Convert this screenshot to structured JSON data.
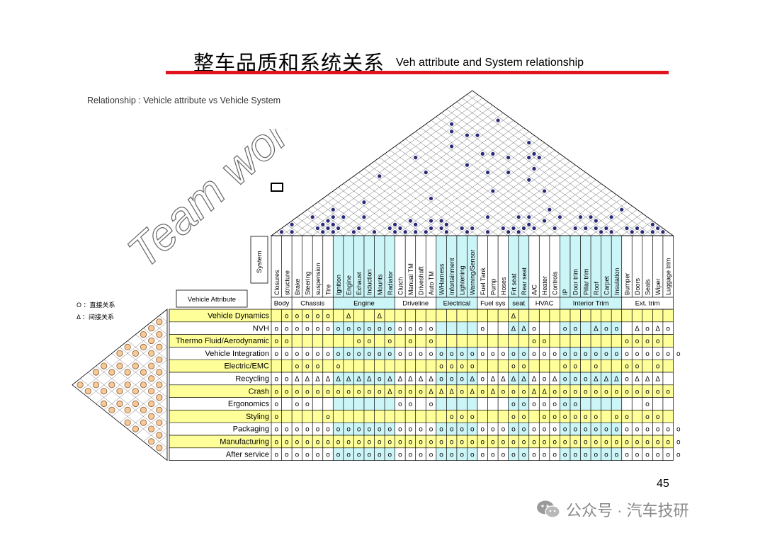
{
  "header": {
    "title_cn": "整车品质和系统关系",
    "title_en": "Veh attribute and System relationship",
    "subtitle": "Relationship : Vehicle attribute vs Vehicle System"
  },
  "legend": {
    "direct": "O ：直接关系",
    "indirect": "Δ ：间接关系"
  },
  "watermark_text": "Team work",
  "page_number": "45",
  "footer": {
    "watermark": "公众号 · 汽车技研",
    "icon": "wechat-icon"
  },
  "matrix": {
    "system_label": "System",
    "attribute_label": "Vehicle Attribute",
    "groups": [
      {
        "name": "Body",
        "systems": [
          "Closures",
          "structure"
        ],
        "color": "#ffffff"
      },
      {
        "name": "Chassis",
        "systems": [
          "Brake",
          "Steering",
          "suspension",
          "Tire"
        ],
        "color": "#ffffff"
      },
      {
        "name": "Engine",
        "systems": [
          "Ignition",
          "Engine",
          "Exhaust",
          "Induction",
          "Mounts",
          "Radiator"
        ],
        "color": "#ccf5f8"
      },
      {
        "name": "Driveline",
        "systems": [
          "Clutch",
          "Manual TM",
          "Driveshaft",
          "Auto TM"
        ],
        "color": "#ffffff"
      },
      {
        "name": "Electrical",
        "systems": [
          "W/Harness",
          "Infortainment",
          "Lightening",
          "Warning/Sensor"
        ],
        "color": "#ccf5f8"
      },
      {
        "name": "Fuel sys",
        "systems": [
          "Fuel Tank",
          "Pump",
          "Hoses"
        ],
        "color": "#ffffff"
      },
      {
        "name": "seat",
        "systems": [
          "Frt seat",
          "Rear seat"
        ],
        "color": "#ccf5f8"
      },
      {
        "name": "HVAC",
        "systems": [
          "A/C",
          "Heater",
          "Controls"
        ],
        "color": "#ffffff"
      },
      {
        "name": "Interior Trim",
        "systems": [
          "IP",
          "Door trim",
          "Pillar trim",
          "Roof",
          "Carpet",
          "Insulation"
        ],
        "color": "#ccf5f8"
      },
      {
        "name": "Ext. trim",
        "systems": [
          "Bumper",
          "Doors",
          "Seals",
          "Wiper",
          "Luggage trim"
        ],
        "color": "#ffffff"
      }
    ],
    "rows": [
      {
        "attribute": "Vehicle Dynamics",
        "highlight": true,
        "cells": [
          "",
          "o",
          "o",
          "o",
          "o",
          "o",
          "",
          "Δ",
          "",
          "",
          "Δ",
          "",
          "",
          "",
          "",
          "",
          "",
          "",
          "",
          "",
          "",
          "",
          "",
          "Δ",
          "",
          "",
          "",
          "",
          "",
          "",
          "",
          "",
          "",
          "",
          "",
          "",
          "",
          "",
          "",
          ""
        ]
      },
      {
        "attribute": "NVH",
        "highlight": false,
        "cells": [
          "o",
          "o",
          "o",
          "o",
          "o",
          "o",
          "o",
          "o",
          "o",
          "o",
          "o",
          "o",
          "o",
          "o",
          "o",
          "o",
          "",
          "",
          "",
          "",
          "o",
          "",
          "",
          "Δ",
          "Δ",
          "o",
          "",
          "",
          "o",
          "o",
          "",
          "Δ",
          "o",
          "o",
          "",
          "Δ",
          "o",
          "Δ",
          "o",
          ""
        ]
      },
      {
        "attribute": "Thermo Fluid/Aerodynamic",
        "highlight": true,
        "cells": [
          "o",
          "o",
          "",
          "",
          "",
          "",
          "",
          "",
          "o",
          "o",
          "",
          "o",
          "",
          "o",
          "",
          "o",
          "",
          "",
          "",
          "",
          "",
          "",
          "",
          "",
          "",
          "o",
          "o",
          "",
          "",
          "",
          "",
          "",
          "",
          "",
          "o",
          "o",
          "o",
          "o",
          "",
          ""
        ]
      },
      {
        "attribute": "Vehicle Integration",
        "highlight": false,
        "cells": [
          "o",
          "o",
          "o",
          "o",
          "o",
          "o",
          "o",
          "o",
          "o",
          "o",
          "o",
          "o",
          "o",
          "o",
          "o",
          "o",
          "o",
          "o",
          "o",
          "o",
          "o",
          "o",
          "o",
          "o",
          "o",
          "o",
          "o",
          "o",
          "o",
          "o",
          "o",
          "o",
          "o",
          "o",
          "o",
          "o",
          "o",
          "o",
          "o",
          "o"
        ]
      },
      {
        "attribute": "Electric/EMC",
        "highlight": true,
        "cells": [
          "",
          "",
          "o",
          "o",
          "o",
          "",
          "o",
          "",
          "",
          "",
          "",
          "",
          "",
          "",
          "",
          "",
          "o",
          "o",
          "o",
          "o",
          "",
          "",
          "",
          "o",
          "o",
          "",
          "",
          "",
          "o",
          "o",
          "",
          "o",
          "",
          "",
          "o",
          "o",
          "",
          "o",
          "",
          ""
        ]
      },
      {
        "attribute": "Recycling",
        "highlight": false,
        "cells": [
          "o",
          "o",
          "Δ",
          "Δ",
          "Δ",
          "Δ",
          "Δ",
          "Δ",
          "Δ",
          "Δ",
          "o",
          "Δ",
          "Δ",
          "Δ",
          "Δ",
          "Δ",
          "o",
          "o",
          "o",
          "Δ",
          "o",
          "Δ",
          "Δ",
          "Δ",
          "Δ",
          "Δ",
          "o",
          "Δ",
          "o",
          "o",
          "o",
          "Δ",
          "Δ",
          "Δ",
          "o",
          "Δ",
          "Δ",
          "Δ",
          "",
          ""
        ]
      },
      {
        "attribute": "Crash",
        "highlight": true,
        "cells": [
          "o",
          "o",
          "o",
          "o",
          "o",
          "o",
          "o",
          "o",
          "o",
          "o",
          "o",
          "Δ",
          "o",
          "o",
          "o",
          "Δ",
          "Δ",
          "Δ",
          "o",
          "Δ",
          "o",
          "Δ",
          "o",
          "o",
          "o",
          "Δ",
          "Δ",
          "o",
          "o",
          "o",
          "o",
          "o",
          "o",
          "o",
          "o",
          "o",
          "o",
          "o",
          "o",
          ""
        ]
      },
      {
        "attribute": "Ergonomics",
        "highlight": false,
        "cells": [
          "o",
          "",
          "o",
          "o",
          "",
          "",
          "",
          "",
          "",
          "",
          "",
          "",
          "o",
          "o",
          "",
          "o",
          "",
          "",
          "",
          "",
          "",
          "",
          "",
          "o",
          "o",
          "o",
          "o",
          "o",
          "o",
          "o",
          "",
          "",
          "",
          "",
          "",
          "",
          "o",
          "",
          "",
          ""
        ]
      },
      {
        "attribute": "Styling",
        "highlight": true,
        "cells": [
          "o",
          "",
          "",
          "",
          "",
          "o",
          "",
          "",
          "",
          "",
          "",
          "",
          "",
          "",
          "",
          "",
          "",
          "o",
          "o",
          "o",
          "",
          "",
          "",
          "o",
          "o",
          "",
          "o",
          "o",
          "o",
          "o",
          "o",
          "o",
          "",
          "o",
          "o",
          "",
          "o",
          "o",
          "",
          ""
        ]
      },
      {
        "attribute": "Packaging",
        "highlight": false,
        "cells": [
          "o",
          "o",
          "o",
          "o",
          "o",
          "o",
          "o",
          "o",
          "o",
          "o",
          "o",
          "o",
          "o",
          "o",
          "o",
          "o",
          "o",
          "o",
          "o",
          "o",
          "o",
          "o",
          "o",
          "o",
          "o",
          "o",
          "o",
          "o",
          "o",
          "o",
          "o",
          "o",
          "o",
          "o",
          "o",
          "o",
          "o",
          "o",
          "o",
          "o"
        ]
      },
      {
        "attribute": "Manufacturing",
        "highlight": true,
        "cells": [
          "o",
          "o",
          "o",
          "o",
          "o",
          "o",
          "o",
          "o",
          "o",
          "o",
          "o",
          "o",
          "o",
          "o",
          "o",
          "o",
          "o",
          "o",
          "o",
          "o",
          "o",
          "o",
          "o",
          "o",
          "o",
          "o",
          "o",
          "o",
          "o",
          "o",
          "o",
          "o",
          "o",
          "o",
          "o",
          "o",
          "o",
          "o",
          "o",
          "o"
        ]
      },
      {
        "attribute": "After service",
        "highlight": false,
        "cells": [
          "o",
          "o",
          "o",
          "o",
          "o",
          "o",
          "o",
          "o",
          "o",
          "o",
          "o",
          "o",
          "o",
          "o",
          "o",
          "o",
          "o",
          "o",
          "o",
          "o",
          "o",
          "o",
          "o",
          "o",
          "o",
          "o",
          "o",
          "o",
          "o",
          "o",
          "o",
          "o",
          "o",
          "o",
          "o",
          "o",
          "o",
          "o",
          "o",
          "o"
        ]
      }
    ],
    "colors": {
      "title_rule": "#e0141e",
      "yellow": "#ffff99",
      "cyan": "#ccf5f8",
      "dot": "#2a2a7a",
      "circle_fill": "#f6c99a"
    }
  }
}
